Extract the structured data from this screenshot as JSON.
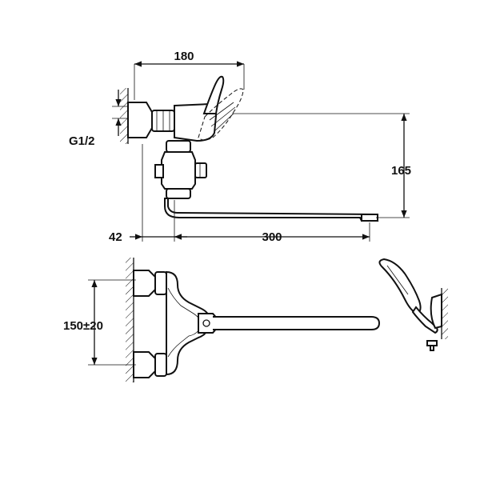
{
  "dimensions": {
    "width_top": "180",
    "thread": "G1/2",
    "height": "165",
    "offset": "42",
    "spout_length": "300",
    "spacing": "150±20"
  }
}
